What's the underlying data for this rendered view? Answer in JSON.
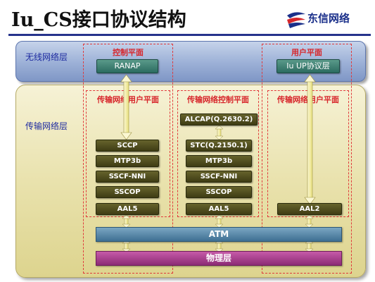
{
  "title": "Iu_CS接口协议结构",
  "logo": {
    "text": "东信网络"
  },
  "layers": {
    "wireless": "无线网络层",
    "transport": "传输网络层"
  },
  "planes": {
    "control_plane": "控制平面",
    "user_plane": "用户平面",
    "tn_user_plane_left": "传输网络用户平面",
    "tn_control_plane": "传输网络控制平面",
    "tn_user_plane_right": "传输网络用户平面"
  },
  "radio_blocks": {
    "ranap": "RANAP",
    "iu_up": "Iu UP协议层"
  },
  "left_stack": [
    "SCCP",
    "MTP3b",
    "SSCF-NNI",
    "SSCOP",
    "AAL5"
  ],
  "middle_stack": {
    "alcap": "ALCAP(Q.2630.2)",
    "layers": [
      "STC(Q.2150.1)",
      "MTP3b",
      "SSCF-NNI",
      "SSCOP",
      "AAL5"
    ]
  },
  "right_stack": {
    "aal2": "AAL2"
  },
  "atm": "ATM",
  "physical": "物理层"
}
